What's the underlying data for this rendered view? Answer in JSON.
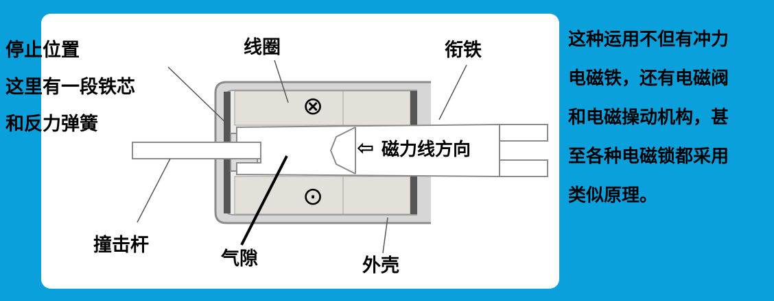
{
  "labels": {
    "stop_lines": [
      "停止位置",
      "这里有一段铁芯",
      "和反力弹簧"
    ],
    "coil": "线圈",
    "armature": "衔铁",
    "plunger": "撞击杆",
    "air_gap": "气隙",
    "shell": "外壳",
    "flux_direction": "磁力线方向",
    "flux_arrow": "⇦",
    "current_in": "⊗",
    "current_out": "⊙"
  },
  "side_text": [
    "这种运用不但有冲力",
    "电磁铁，还有电磁阀",
    "和电磁操动机构，甚",
    "至各种电磁锁都采用",
    "类似原理。"
  ],
  "colors": {
    "background": "#0aa0dc",
    "panel": "#ffffff",
    "coil": "#e2e0d8",
    "shell": "#d6d6d6",
    "dark_bar": "#555555"
  }
}
